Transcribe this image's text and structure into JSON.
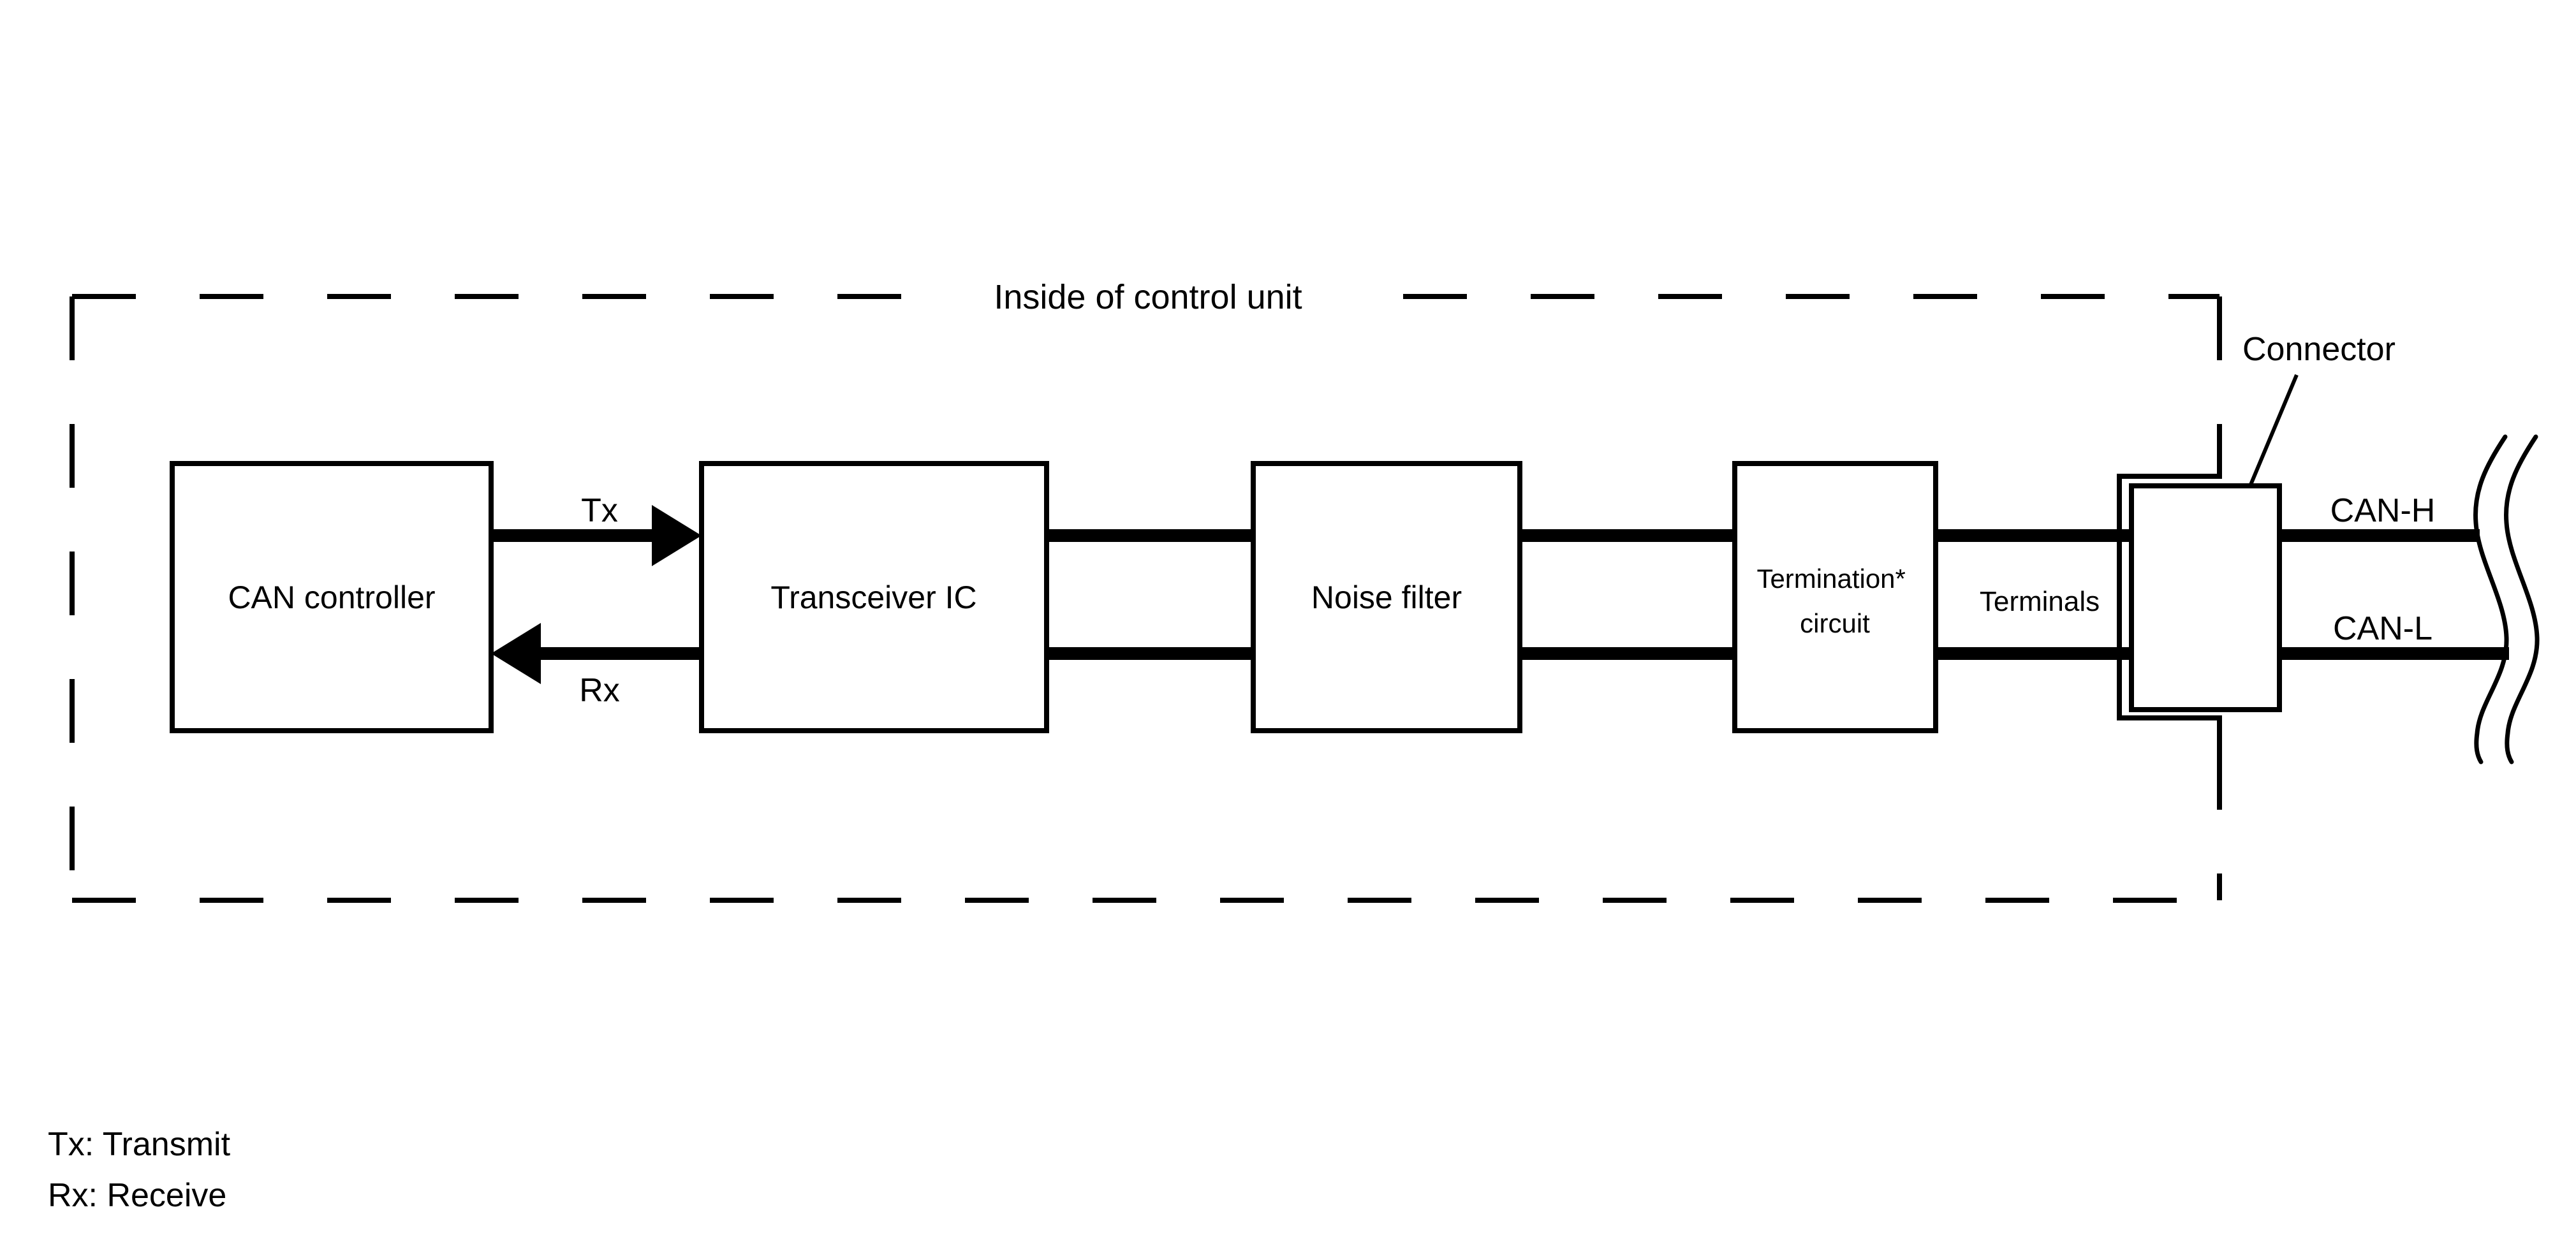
{
  "diagram": {
    "title": "Inside of control unit",
    "blocks": [
      {
        "id": "can-controller",
        "label": "CAN controller"
      },
      {
        "id": "transceiver-ic",
        "label": "Transceiver IC"
      },
      {
        "id": "noise-filter",
        "label": "Noise filter"
      },
      {
        "id": "termination-circuit",
        "label_lines": [
          "Termination*",
          "circuit"
        ]
      }
    ],
    "signals": {
      "tx": "Tx",
      "rx": "Rx"
    },
    "connector_label": "Connector",
    "bus": {
      "terminals": "Terminals",
      "can_h": "CAN-H",
      "can_l": "CAN-L"
    },
    "legend": {
      "tx": "Tx: Transmit",
      "rx": "Rx: Receive"
    },
    "colors": {
      "foreground": "#000000",
      "background": "#ffffff"
    }
  }
}
